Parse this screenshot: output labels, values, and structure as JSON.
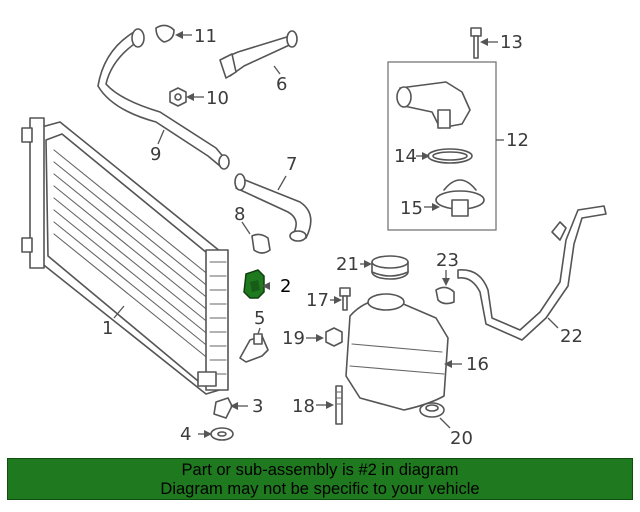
{
  "callouts": [
    {
      "id": "1",
      "label": "1"
    },
    {
      "id": "2",
      "label": "2"
    },
    {
      "id": "3",
      "label": "3"
    },
    {
      "id": "4",
      "label": "4"
    },
    {
      "id": "5",
      "label": "5"
    },
    {
      "id": "6",
      "label": "6"
    },
    {
      "id": "7",
      "label": "7"
    },
    {
      "id": "8",
      "label": "8"
    },
    {
      "id": "9",
      "label": "9"
    },
    {
      "id": "10",
      "label": "10"
    },
    {
      "id": "11",
      "label": "11"
    },
    {
      "id": "12",
      "label": "12"
    },
    {
      "id": "13",
      "label": "13"
    },
    {
      "id": "14",
      "label": "14"
    },
    {
      "id": "15",
      "label": "15"
    },
    {
      "id": "16",
      "label": "16"
    },
    {
      "id": "17",
      "label": "17"
    },
    {
      "id": "18",
      "label": "18"
    },
    {
      "id": "19",
      "label": "19"
    },
    {
      "id": "20",
      "label": "20"
    },
    {
      "id": "21",
      "label": "21"
    },
    {
      "id": "22",
      "label": "22"
    },
    {
      "id": "23",
      "label": "23"
    }
  ],
  "highlighted_part": "2",
  "colors": {
    "highlight": "#1f7a1f",
    "banner_bg": "#1f7a1f",
    "line": "#555555"
  },
  "banner": {
    "line1": "Part or sub-assembly is #2 in diagram",
    "line2": "Diagram may not be specific to your vehicle"
  }
}
